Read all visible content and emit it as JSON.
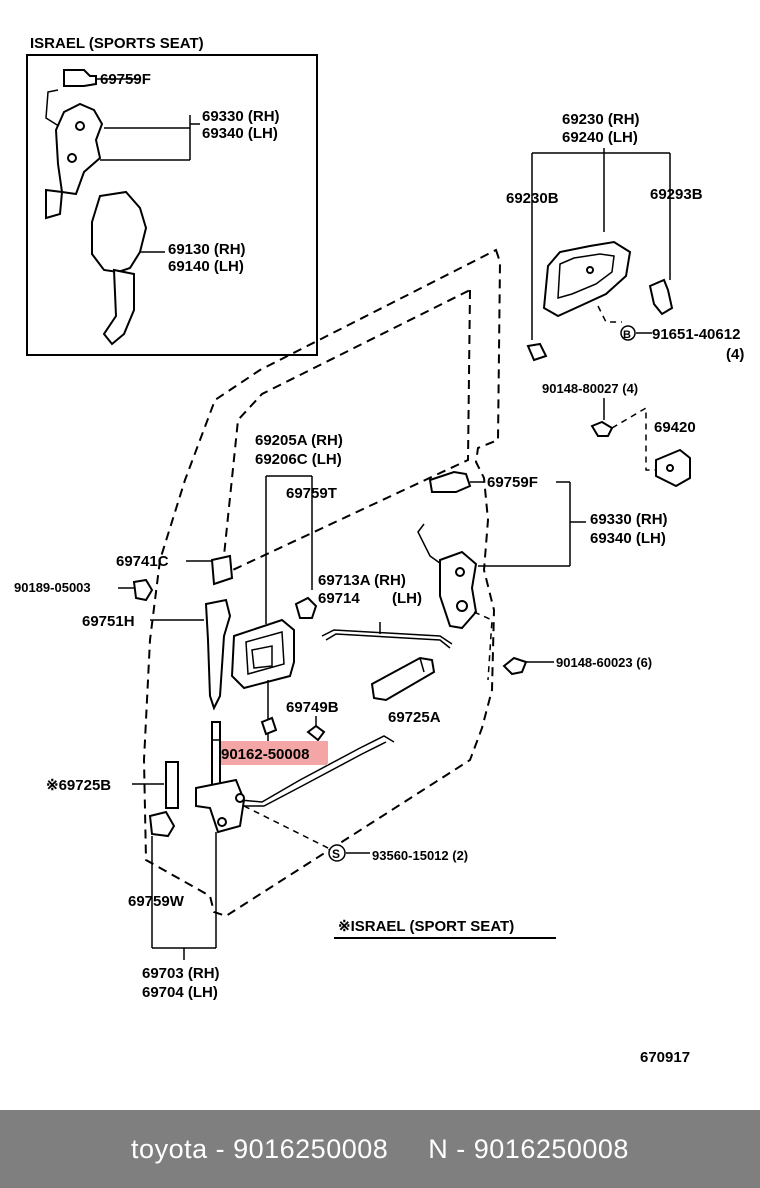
{
  "diagram": {
    "inset_title": "ISRAEL (SPORTS SEAT)",
    "inset_labels": {
      "p69759F": "69759F",
      "p69330": "69330 (RH)",
      "p69340": "69340 (LH)",
      "p69130": "69130 (RH)",
      "p69140": "69140 (LH)"
    },
    "labels": {
      "p69230": "69230 (RH)",
      "p69240": "69240 (LH)",
      "p69230B": "69230B",
      "p69293B": "69293B",
      "p91651_code": "B",
      "p91651": "91651-40612",
      "p91651_qty": "(4)",
      "p90148_80027": "90148-80027 (4)",
      "p69420": "69420",
      "p69205A": "69205A (RH)",
      "p69206C": "69206C (LH)",
      "p69759T": "69759T",
      "p69759F": "69759F",
      "p69330": "69330 (RH)",
      "p69340": "69340 (LH)",
      "p69741C": "69741C",
      "p90189": "90189-05003",
      "p69713A": "69713A (RH)",
      "p69714": "69714",
      "p69714_lh": "(LH)",
      "p69751H": "69751H",
      "p90148_60023": "90148-60023 (6)",
      "p69749B": "69749B",
      "p69725A": "69725A",
      "p90162": "90162-50008",
      "p69725B": "※69725B",
      "p93560_code": "S",
      "p93560": "93560-15012 (2)",
      "p69759W": "69759W",
      "p69703": "69703 (RH)",
      "p69704": "69704 (LH)",
      "note": "※ISRAEL (SPORT  SEAT)",
      "drawing_no": "670917"
    },
    "highlight_color": "#f4a5a5"
  },
  "footer": {
    "brand_part": "toyota - 9016250008",
    "n_part": "N - 9016250008"
  }
}
